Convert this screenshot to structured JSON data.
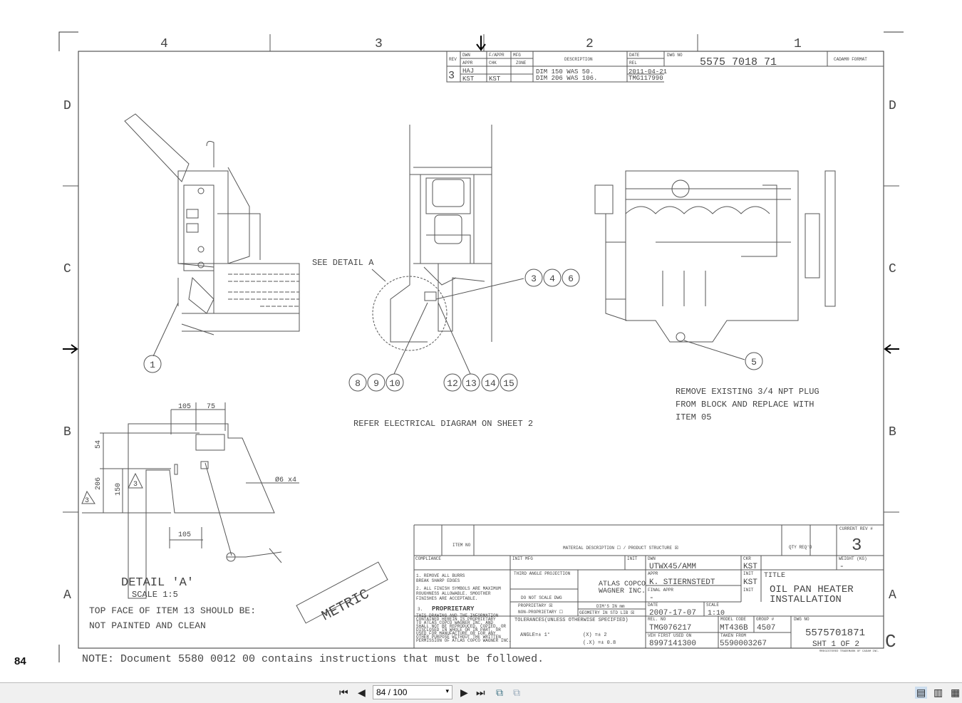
{
  "viewer": {
    "page_number_label": "84",
    "page_field": "84 / 100",
    "view_modes": [
      "single-page",
      "continuous",
      "two-page"
    ]
  },
  "frame": {
    "zones_top": [
      "4",
      "3",
      "2",
      "1"
    ],
    "zones_side": [
      "D",
      "C",
      "B",
      "A"
    ]
  },
  "revision": {
    "headers": {
      "rev": "REV",
      "dwn": "DWN",
      "appr": "APPR",
      "fappr": "F/APPR",
      "chk": "CHK",
      "mfg": "MFG",
      "zone": "ZONE",
      "description": "DESCRIPTION",
      "date": "DATE",
      "rel": "REL",
      "dwg_no": "DWG NO"
    },
    "rev": "3",
    "dwn": "HAJ",
    "appr": "KST",
    "chk": "KST",
    "desc1": "DIM 150 WAS 50.",
    "desc2": "DIM 206 WAS 106.",
    "date": "2011-04-21",
    "rel": "TMG117990",
    "dwg_no": "5575 7018 71",
    "format": "CADAM® FORMAT"
  },
  "callouts": {
    "see_detail": "SEE DETAIL A",
    "refer": "REFER ELECTRICAL DIAGRAM ON SHEET 2",
    "remove1": "REMOVE EXISTING 3/4 NPT PLUG",
    "remove2": "FROM BLOCK AND REPLACE WITH",
    "remove3": "ITEM 05",
    "balloons": [
      "1",
      "3",
      "4",
      "6",
      "5",
      "8",
      "9",
      "10",
      "12",
      "13",
      "14",
      "15"
    ]
  },
  "detail": {
    "title": "DETAIL 'A'",
    "scale": "SCALE 1:5",
    "note1": "TOP FACE OF ITEM 13 SHOULD BE:",
    "note2": "NOT PAINTED AND CLEAN",
    "dims": [
      "105",
      "75",
      "54",
      "206",
      "150",
      "105",
      "Ø6 x4",
      "3",
      "3"
    ],
    "metric": "METRIC"
  },
  "note": "NOTE:  Document 5580 0012 00 contains instructions that must be followed.",
  "title_block": {
    "item_no": "ITEM NO",
    "material": "MATERIAL DESCRIPTION ☐   /  PRODUCT STRUCTURE ☒",
    "qty": "QTY REQ'D",
    "current_rev_label": "CURRENT REV #",
    "current_rev": "3",
    "compliance": "COMPLIANCE",
    "init": "INIT",
    "mfg": "MFG",
    "dwn_label": "DWN",
    "dwn": "UTWX45/AMM",
    "ckr_label": "CKR",
    "ckr": "KST",
    "weight_label": "WEIGHT (KG)",
    "weight": "-",
    "notes": [
      "1. REMOVE ALL BURRS",
      "   BREAK SHARP EDGES",
      "2. ALL FINISH SYMBOLS ARE MAXIMUM",
      "   ROUGHNESS ALLOWABLE. SMOOTHER",
      "   FINISHES ARE ACCEPTABLE."
    ],
    "proprietary_num": "3.",
    "proprietary": "PROPRIETARY",
    "prop_text": [
      "THIS DRAWING AND THE INFORMATION",
      "CONTAINED HEREIN IS PROPRIETARY",
      "TO ATLAS COPCO WAGNER INC. AND",
      "SHALL NOT BE REPRODUCED, COPIED, OR",
      "DISCLOSED IN WHOLE OR IN PART, OR",
      "USED FOR MANUFACTURE OR FOR ANY",
      "OTHER PURPOSE WITHOUT THE WRITTEN",
      "PERMISSION OF ATLAS COPCO WAGNER INC."
    ],
    "projection": "THIRD ANGLE PROJECTION",
    "no_scale": "DO NOT SCALE DWG",
    "company1": "ATLAS COPCO",
    "company2": "WAGNER INC.",
    "appr_label": "APPR",
    "appr": "K. STIERNSTEDT",
    "appr_init": "KST",
    "final_appr_label": "FINAL APPR",
    "final_appr": "-",
    "title_label": "TITLE",
    "title1": "OIL PAN HEATER",
    "title2": "INSTALLATION",
    "prop_chk": "PROPRIETARY  ☒",
    "nonprop_chk": "NON-PROPRIETARY  ☐",
    "dims_mm": "DIM'S IN mm",
    "geometry": "GEOMETRY IN STD LIB ☒",
    "date_label": "DATE",
    "date": "2007-17-07",
    "scale_label": "SCALE",
    "scale": "1:10",
    "tolerances": "TOLERANCES(UNLESS OTHERWISE SPECIFIED)",
    "angle": "ANGLE=± 1°",
    "tx": "(X)    =± 2",
    "tx2": "(.X)   =± 0.8",
    "rel_label": "REL. NO",
    "rel": "TMG076217",
    "model_label": "MODEL CODE",
    "model": "MT436B",
    "group_label": "GROUP #",
    "group": "4507",
    "veh_label": "VEH FIRST USED ON",
    "veh": "8997141300",
    "taken_label": "TAKEN FROM",
    "taken": "5590003267",
    "dwg_label": "DWG NO",
    "dwg": "5575701871",
    "sht": "SHT 1  OF  2",
    "trademark": "®REGISTERED TRADEMARK OF CADAM INC.",
    "size": "C"
  }
}
